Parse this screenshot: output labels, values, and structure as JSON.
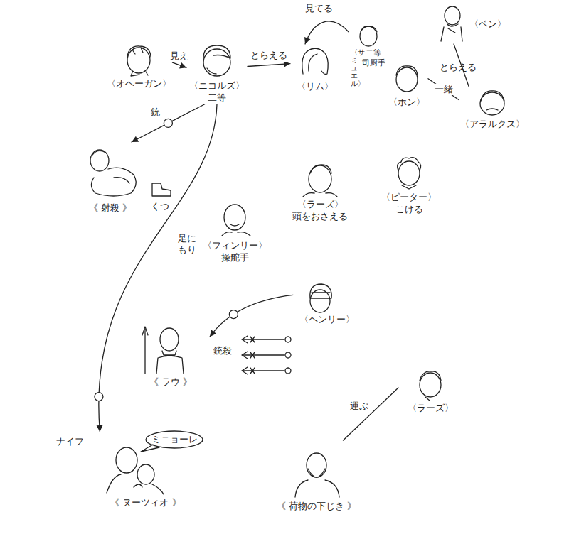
{
  "diagram": {
    "nodes": [
      {
        "text": [
          "〈オヘーガン〉"
        ]
      },
      {
        "text": [
          "〈ニコルズ〉",
          "二等"
        ]
      },
      {
        "text": [
          "〈リム〉"
        ]
      },
      {
        "text": [
          "〈サミュエル〉",
          "二等 司厨手"
        ]
      },
      {
        "text": [
          "〈ベン〉"
        ]
      },
      {
        "text": [
          "〈ホン〉"
        ]
      },
      {
        "text": [
          "〈アラルクス〉"
        ]
      },
      {
        "text": [
          "《 射殺 》"
        ]
      },
      {
        "text": [
          "〈フィンリー〉",
          "操舵手"
        ]
      },
      {
        "text": [
          "〈ラーズ〉",
          "頭をおさえる"
        ]
      },
      {
        "text": [
          "〈ピーター〉",
          "こける"
        ]
      },
      {
        "text": [
          "〈ヘンリー〉"
        ]
      },
      {
        "text": [
          "《 ラウ 》"
        ]
      },
      {
        "text": [
          "《 ヌーツィオ 》"
        ]
      },
      {
        "text": [
          "《 荷物の下じき 》"
        ]
      },
      {
        "text": [
          "〈ラーズ〉"
        ]
      }
    ],
    "edges": [
      {
        "from": 0,
        "to": 1,
        "label": "見え",
        "arrow": "to"
      },
      {
        "from": 1,
        "to": 2,
        "label": "とらえる",
        "arrow": "to"
      },
      {
        "from": 3,
        "to": 2,
        "label": "見てる",
        "arrow": "to"
      },
      {
        "from": 4,
        "to": 6,
        "label": "とらえる",
        "arrow": "none"
      },
      {
        "from": 5,
        "to": 6,
        "label": "一緒",
        "arrow": "none"
      },
      {
        "from": 1,
        "to": 7,
        "label": "銃",
        "arrow": "to"
      },
      {
        "from": 1,
        "to": 13,
        "label": "ナイフ",
        "arrow": "to"
      },
      {
        "from": 11,
        "to": 12,
        "arrow": "to"
      },
      {
        "from": 15,
        "to": 14,
        "label": "運ぶ",
        "arrow": "none"
      }
    ],
    "labels": [
      "くつ",
      "足に もり",
      "銃殺",
      "ミニョーレ"
    ]
  }
}
